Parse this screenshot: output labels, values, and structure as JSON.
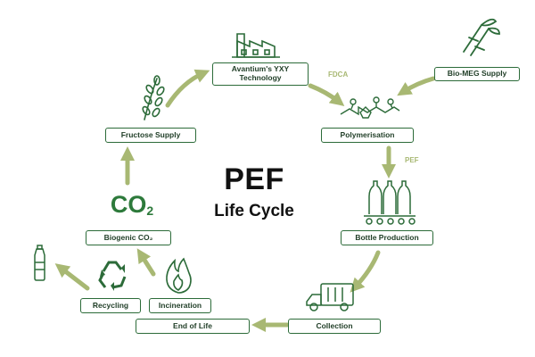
{
  "diagram": {
    "title": "PEF",
    "subtitle": "Life Cycle",
    "co2_label": "CO",
    "co2_subscript": "2",
    "flow_labels": {
      "fdca": "FDCA",
      "pef": "PEF"
    },
    "boxes": {
      "avantium": "Avantium's YXY\nTechnology",
      "bio_meg": "Bio-MEG Supply",
      "polymerisation": "Polymerisation",
      "bottle_production": "Bottle Production",
      "collection": "Collection",
      "end_of_life": "End of Life",
      "recycling": "Recycling",
      "incineration": "Incineration",
      "biogenic_co2": "Biogenic CO₂",
      "fructose_supply": "Fructose Supply"
    },
    "colors": {
      "dark_green": "#2c6b39",
      "arrow_green": "#a8b873",
      "icon_green": "#2d7a3b"
    },
    "icons": [
      "factory-icon",
      "sugarcane-icon",
      "molecule-icon",
      "bottles-conveyor-icon",
      "garbage-truck-icon",
      "recycle-icon",
      "flame-icon",
      "bottle-icon",
      "wheat-icon"
    ]
  }
}
